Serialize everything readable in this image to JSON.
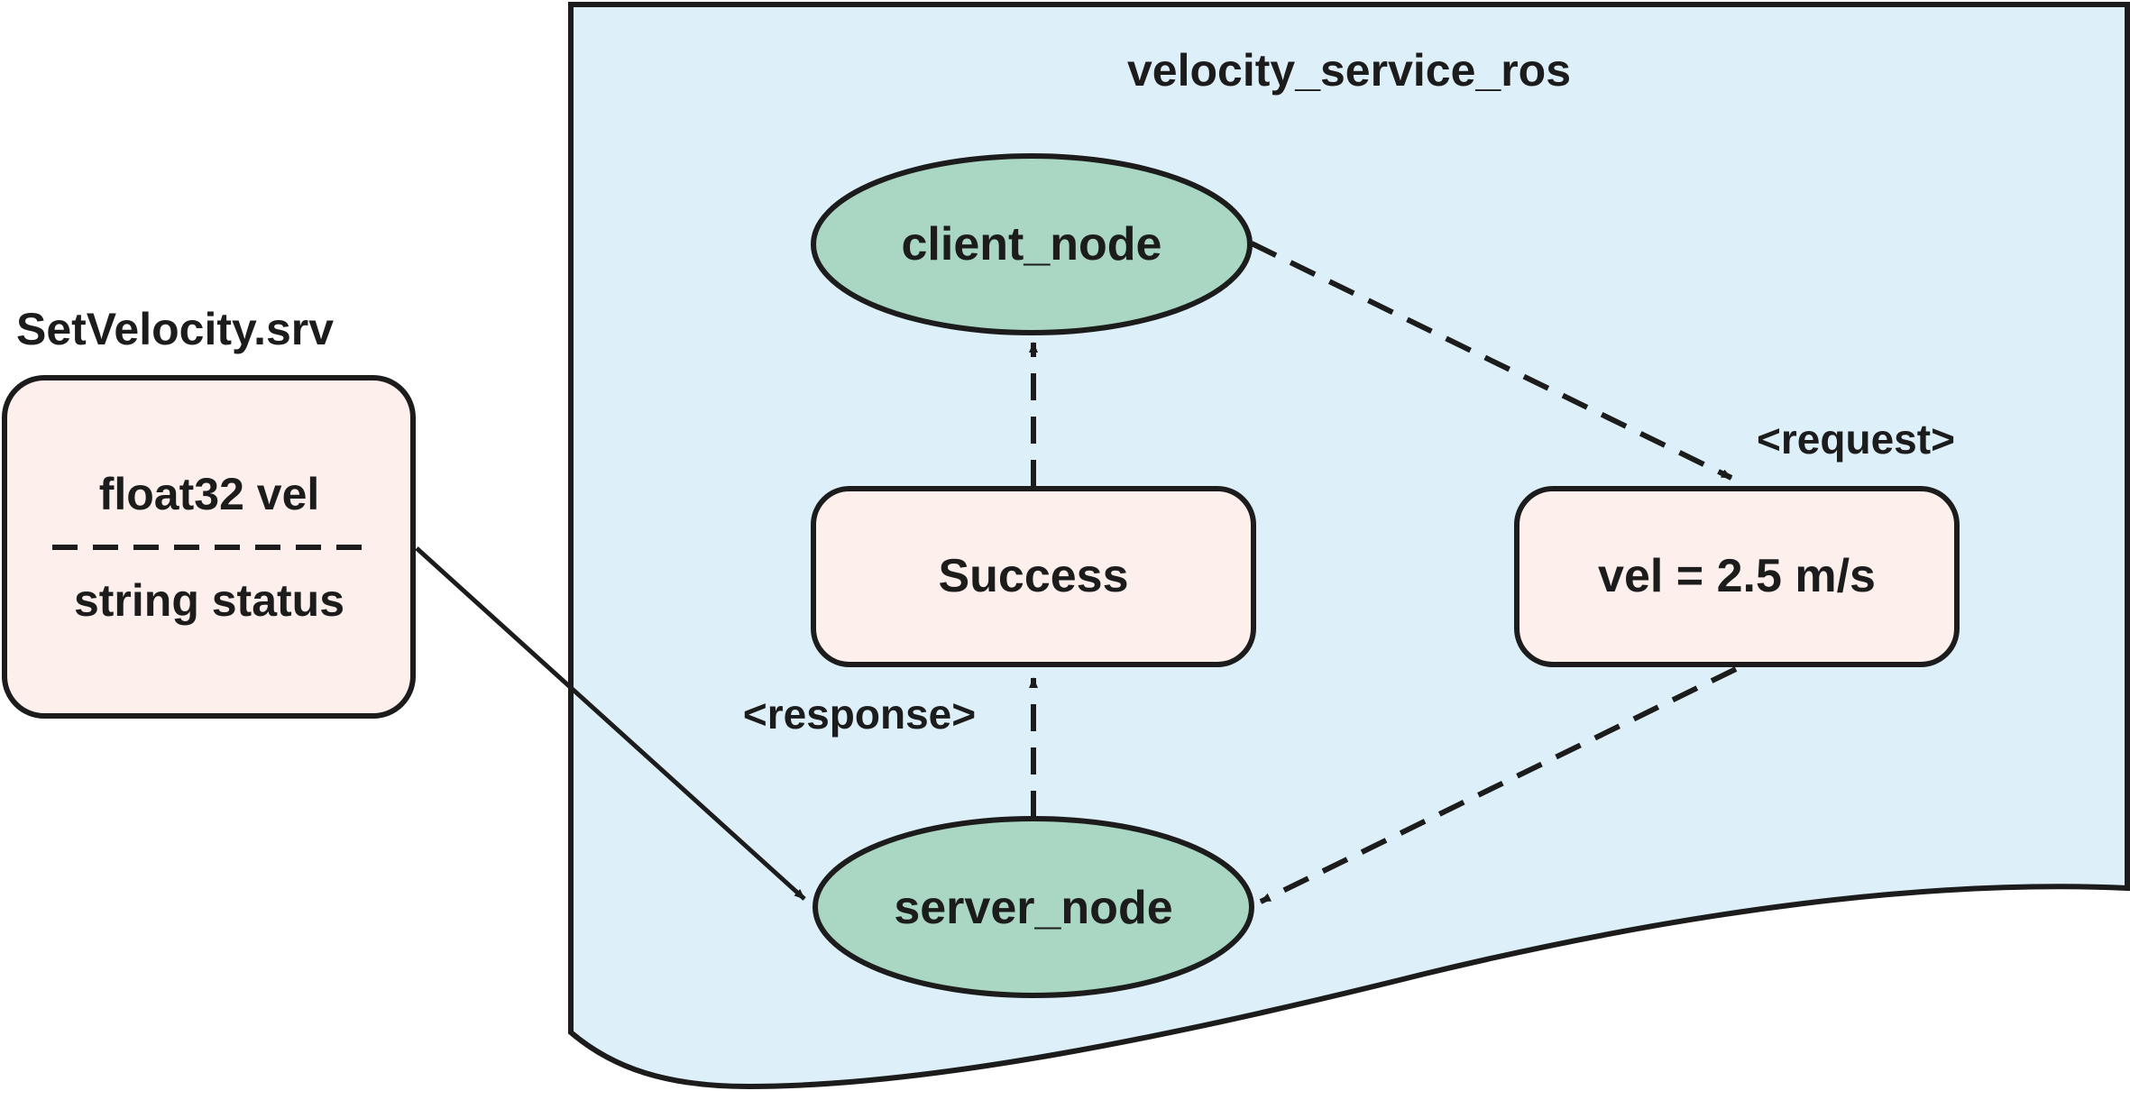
{
  "package": {
    "title": "velocity_service_ros"
  },
  "srv": {
    "filename": "SetVelocity.srv",
    "request_field": "float32 vel",
    "response_field": "string status"
  },
  "nodes": {
    "client": "client_node",
    "server": "server_node"
  },
  "messages": {
    "response_value": "Success",
    "request_value": "vel = 2.5 m/s"
  },
  "labels": {
    "request": "<request>",
    "response": "<response>"
  },
  "colors": {
    "package_fill": "#ddf0f9",
    "node_fill": "#a9d7c3",
    "box_fill": "#fdf0ec",
    "stroke": "#1c1c1c"
  }
}
